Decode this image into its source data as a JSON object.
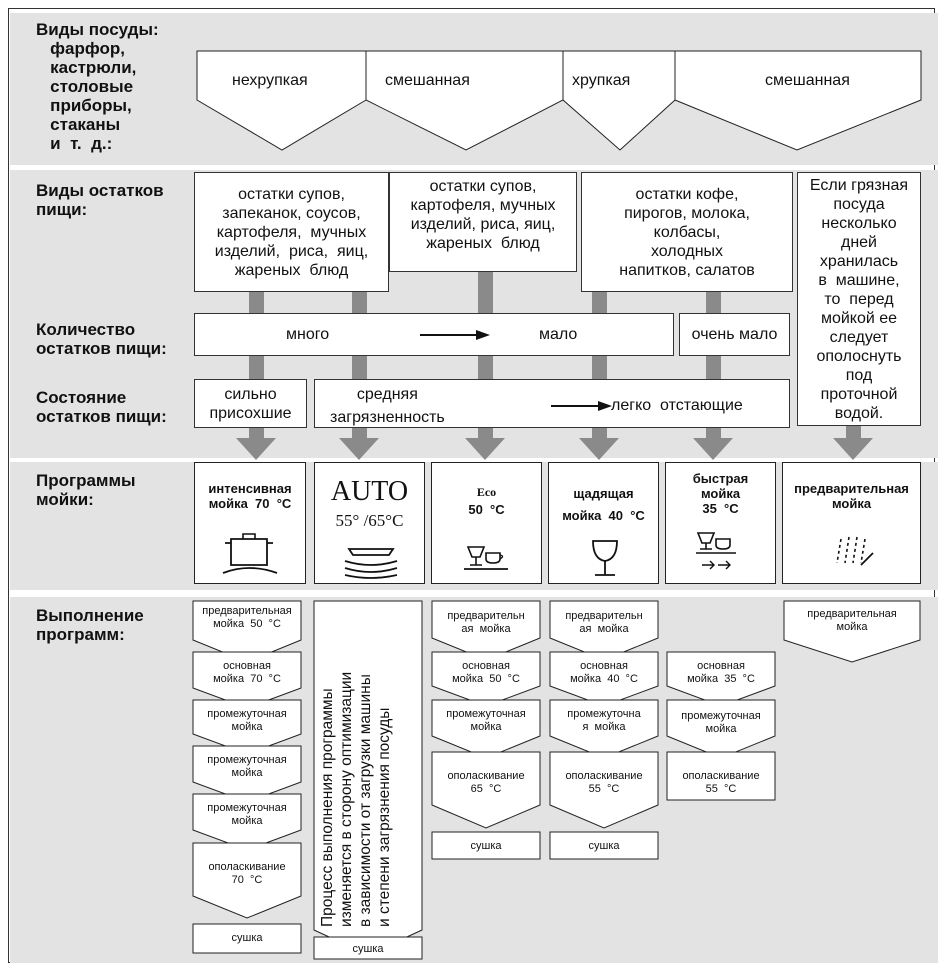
{
  "rows": {
    "dish_types_label": "Виды посуды:\n   фарфор,\n   кастрюли,\n   столовые\n   приборы,\n   стаканы\n   и  т.  д.:",
    "food_types_label": "Виды остатков\nпищи:",
    "amount_label": "Количество\nостатков пищи:",
    "state_label": "Состояние\nостатков пищи:",
    "programs_label": "Программы\nмойки:",
    "execution_label": "Выполнение\nпрограмм:"
  },
  "dish_types": [
    "нехрупкая",
    "смешанная",
    "хрупкая",
    "смешанная"
  ],
  "food_residue": [
    "остатки супов,\nзапеканок, соусов,\nкартофеля,  мучных\nизделий,  риса,  яиц,\nжареных  блюд",
    "остатки супов,\nкартофеля, мучных\nизделий, риса, яиц,\nжареных  блюд",
    "остатки кофе,\nпирогов, молока,\nколбасы,\nхолодных\nнапитков, салатов",
    "Если грязная\nпосуда\nнесколько\nдней\nхранилась\nв  машине,\nто  перед\nмойкой ее\nследует\nополоснуть\nпод\nпроточной\nводой."
  ],
  "amount": {
    "many": "много",
    "few": "мало",
    "very_few": "очень мало"
  },
  "state": {
    "dried": "сильно\nприсохшие",
    "medium": "средняя\nзагрязненность",
    "easy": "легко  отстающие"
  },
  "programs": [
    {
      "name": "интенсивная\nмойка  70  °C",
      "icon": "pot-icon"
    },
    {
      "name": "AUTO",
      "temp": "55° /65°C",
      "icon": "stacked-dishes-icon"
    },
    {
      "name": "Eco",
      "temp": "50  °C",
      "icon": "glass-cup-icon"
    },
    {
      "name": "щадящая\nмойка  40  °C",
      "icon": "wine-glass-icon"
    },
    {
      "name": "быстрая\nмойка\n35  °C",
      "icon": "glass-cup-arrows-icon"
    },
    {
      "name": "предварительная\nмойка",
      "icon": "spray-icon"
    }
  ],
  "execution": {
    "col1": [
      "предварительная\nмойка  50  °C",
      "основная\nмойка  70  °C",
      "промежуточная\nмойка",
      "промежуточная\nмойка",
      "промежуточная\nмойка",
      "ополаскивание\n70  °C",
      "сушка"
    ],
    "auto_text": "Процесс выполнения программы\nизменяется в сторону оптимизации\nв зависимости от загрузки машины\nи степени загрязнения посуды",
    "auto_dry": "сушка",
    "col3": [
      "предварительн\nая  мойка",
      "основная\nмойка  50  °C",
      "промежуточная\nмойка",
      "ополаскивание\n65  °C",
      "сушка"
    ],
    "col4": [
      "предварительн\nая  мойка",
      "основная\nмойка  40  °C",
      "промежуточна\nя  мойка",
      "ополаскивание\n55  °C",
      "сушка"
    ],
    "col5": [
      "основная\nмойка  35  °C",
      "промежуточная\nмойка",
      "ополаскивание\n55  °C"
    ],
    "col6": [
      "предварительная\nмойка"
    ]
  },
  "colors": {
    "band": "#e3e3e3",
    "bar": "#8a8a8a",
    "border": "#333333"
  }
}
